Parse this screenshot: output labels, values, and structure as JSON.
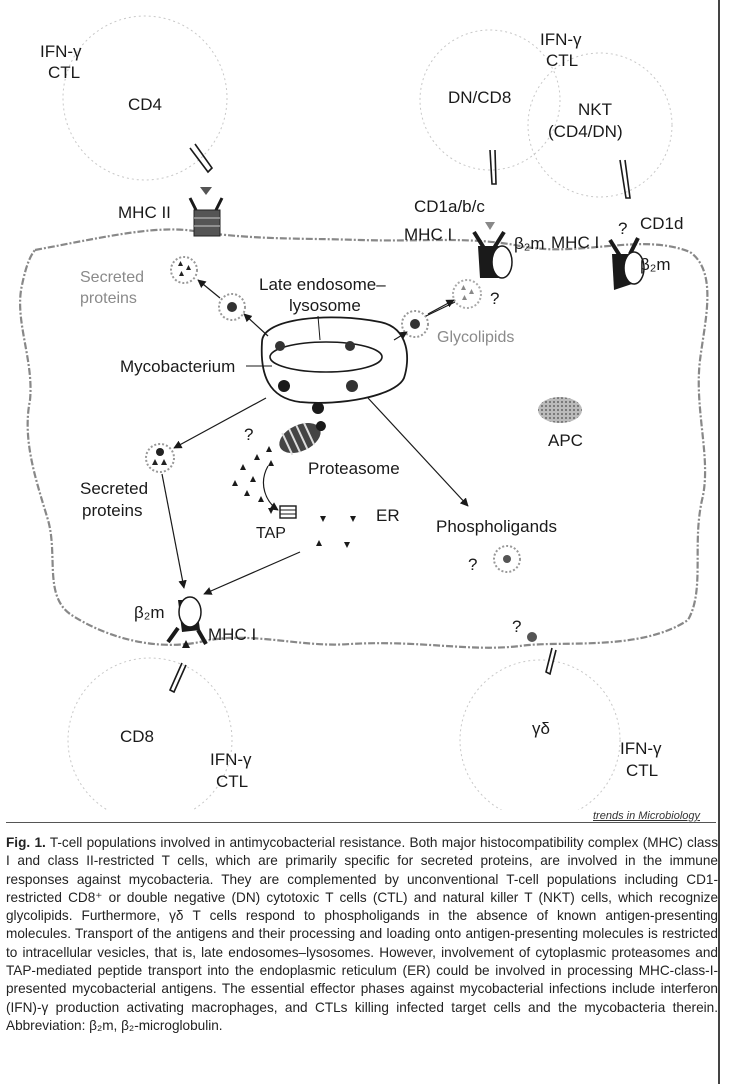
{
  "figure": {
    "labels": {
      "ifn_ctl_topleft": [
        "IFN-γ",
        "CTL"
      ],
      "cd4": "CD4",
      "dn_cd8": "DN/CD8",
      "ifn_ctl_topright": [
        "IFN-γ",
        "CTL"
      ],
      "nkt": [
        "NKT",
        "(CD4/DN)"
      ],
      "mhc_ii": "MHC II",
      "cd1abc": "CD1a/b/c",
      "mhc_i_cd1": "MHC I",
      "beta2m_cd1": "β₂m",
      "question_cd1d": "?",
      "cd1d": "CD1d",
      "mhc_i_cd1d": "MHC I",
      "beta2m_cd1d": "β₂m",
      "secreted_proteins_top": [
        "Secreted",
        "proteins"
      ],
      "late_endosome": [
        "Late endosome–",
        "lysosome"
      ],
      "question_glyco": "?",
      "glycolipids": "Glycolipids",
      "mycobacterium": "Mycobacterium",
      "apc": "APC",
      "question_proteasome": "?",
      "proteasome": "Proteasome",
      "secreted_proteins_bottom": [
        "Secreted",
        "proteins"
      ],
      "tap": "TAP",
      "er": "ER",
      "phospholigands": "Phospholigands",
      "question_phospho": "?",
      "beta2m_bottom": "β₂m",
      "mhc_i_bottom": "MHC I",
      "question_gd": "?",
      "cd8": "CD8",
      "ifn_ctl_bottomleft": [
        "IFN-γ",
        "CTL"
      ],
      "gamma_delta": "γδ",
      "ifn_ctl_bottomright": [
        "IFN-γ",
        "CTL"
      ]
    },
    "source": "trends in Microbiology"
  },
  "caption": {
    "label": "Fig. 1.",
    "text": "T-cell populations involved in antimycobacterial resistance. Both major histocompatibility complex (MHC) class I and class II-restricted T cells, which are primarily specific for secreted proteins, are involved in the immune responses against mycobacteria. They are complemented by unconventional T-cell populations including CD1-restricted CD8⁺ or double negative (DN) cytotoxic T cells (CTL) and natural killer T (NKT) cells, which recognize glycolipids. Furthermore, γδ T cells respond to phospholigands in the absence of known antigen-presenting molecules. Transport of the antigens and their processing and loading onto antigen-presenting molecules is restricted to intracellular vesicles, that is, late endosomes–lysosomes. However, involvement of cytoplasmic proteasomes and TAP-mediated peptide transport into the endoplasmic reticulum (ER) could be involved in processing MHC-class-I-presented mycobacterial antigens. The essential effector phases against mycobacterial infections include interferon (IFN)-γ production activating macrophages, and CTLs killing infected target cells and the mycobacteria therein. Abbreviation: β₂m, β₂-microglobulin."
  }
}
